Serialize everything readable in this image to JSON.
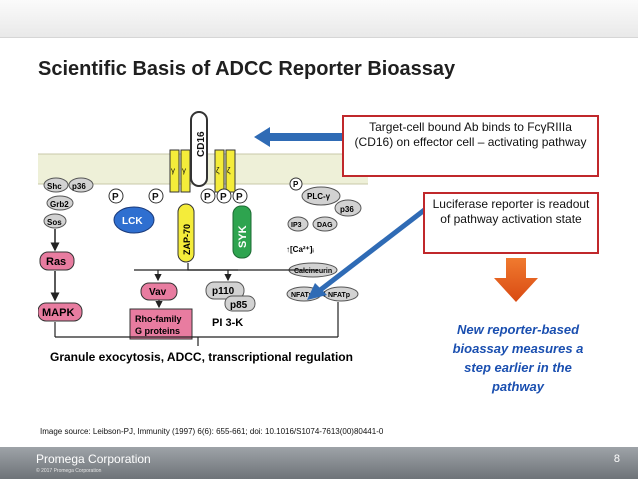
{
  "slide": {
    "title": "Scientific Basis of ADCC Reporter Bioassay",
    "callout_1": "Target-cell bound Ab binds to FcγRIIIa (CD16) on effector cell – activating pathway",
    "callout_2": "Luciferase reporter is readout of pathway activation state",
    "new_reporter_text": "New reporter-based bioassay measures a step earlier in the pathway",
    "image_source": "Image source: Leibson-PJ, Immunity (1997) 6(6): 655-661; doi: 10.1016/S1074-7613(00)80441-0",
    "footer_company": "Promega Corporation",
    "footer_copyright": "© 2017 Promega Corporation",
    "page_number": "8",
    "accent_red": "#c0282b",
    "arrow_orange": "#e8581c",
    "text_blue": "#1a4fb0"
  },
  "diagram": {
    "cd16": "CD16",
    "gamma": "γ",
    "zeta": "ζ",
    "p": "P",
    "shc": "Shc",
    "p36": "p36",
    "grb2": "Grb2",
    "sos": "Sos",
    "ras": "Ras",
    "mapk": "MAPK",
    "lck": "LCK",
    "zap70": "ZAP-70",
    "syk": "SYK",
    "plcg": "PLC-γ",
    "ip3": "IP3",
    "dag": "DAG",
    "ca": "↑[Ca²⁺]ᵢ",
    "calcineurin": "Calcineurin",
    "nfatp": "NFATp",
    "vav": "Vav",
    "p110": "p110",
    "p85": "p85",
    "rho_1": "Rho-family",
    "rho_2": "G proteins",
    "pi3k": "PI 3-K",
    "bottom": "Granule exocytosis, ADCC, transcriptional regulation"
  }
}
